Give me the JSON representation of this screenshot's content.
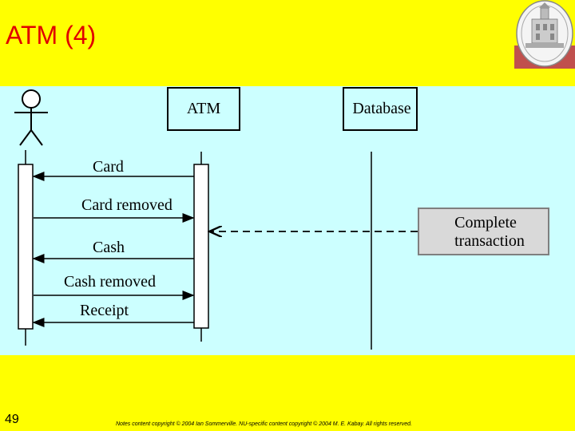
{
  "slide": {
    "title": "ATM (4)",
    "number": "49",
    "footer": "Notes content copyright © 2004 Ian Sommerville. NU-specific content copyright © 2004 M. E. Kabay. All rights reserved."
  },
  "diagram": {
    "lifelines": [
      {
        "id": "user",
        "label": ""
      },
      {
        "id": "atm",
        "label": "ATM"
      },
      {
        "id": "database",
        "label": "Database"
      }
    ],
    "messages": [
      {
        "label": "Card",
        "from": "atm",
        "to": "user",
        "style": "solid"
      },
      {
        "label": "Card removed",
        "from": "user",
        "to": "atm",
        "style": "solid"
      },
      {
        "label": "Cash",
        "from": "atm",
        "to": "user",
        "style": "solid"
      },
      {
        "label": "Cash removed",
        "from": "user",
        "to": "atm",
        "style": "solid"
      },
      {
        "label": "Receipt",
        "from": "atm",
        "to": "user",
        "style": "solid"
      },
      {
        "label": "",
        "from": "note",
        "to": "atm",
        "style": "dashed"
      }
    ],
    "note": {
      "line1": "Complete",
      "line2": "transaction"
    }
  },
  "colors": {
    "background": "#ffff00",
    "panel": "#ccffff",
    "title": "#e00000",
    "note_fill": "#d9d9d9",
    "logo_red": "#c0504d"
  }
}
